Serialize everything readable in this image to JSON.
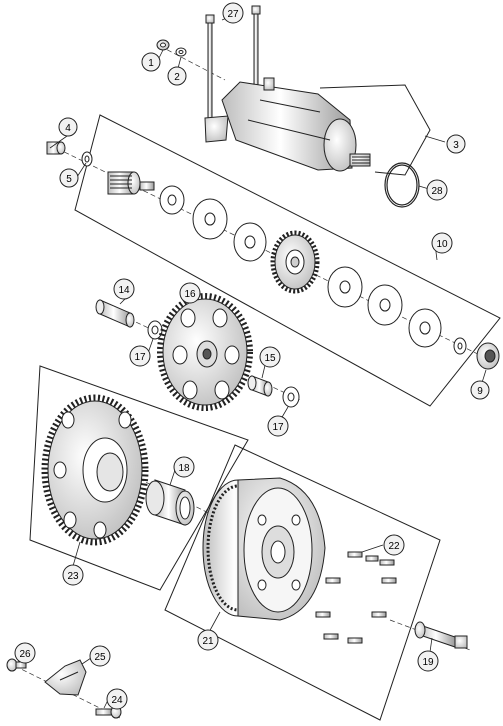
{
  "callouts": {
    "c1": "1",
    "c2": "2",
    "c3": "3",
    "c4": "4",
    "c5": "5",
    "c9": "9",
    "c10": "10",
    "c14": "14",
    "c15": "15",
    "c16": "16",
    "c17a": "17",
    "c17b": "17",
    "c18": "18",
    "c19": "19",
    "c21": "21",
    "c22": "22",
    "c23": "23",
    "c24": "24",
    "c25": "25",
    "c26": "26",
    "c27": "27",
    "c28": "28"
  },
  "colors": {
    "line": "#222222",
    "shade": "#d9d9d9",
    "dark": "#555555",
    "callout_fill": "#f2f2f2"
  }
}
